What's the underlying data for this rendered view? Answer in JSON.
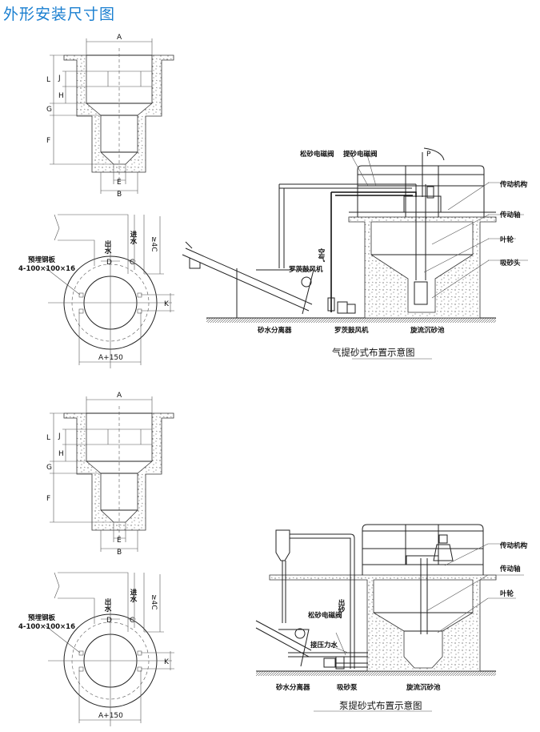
{
  "page_title": "外形安装尺寸图",
  "section_view": {
    "A": "A",
    "L": "L",
    "J": "J",
    "H": "H",
    "G": "G",
    "F": "F",
    "E": "E",
    "B": "B"
  },
  "plan_view": {
    "plate_label": "预埋钢板",
    "plate_spec": "4-100×100×16",
    "outlet": "出水",
    "inlet": "进水",
    "D": "D",
    "C": "C",
    "ge4C": "≥4C",
    "K": "K",
    "A150": "A+150"
  },
  "air_lift_layout": {
    "caption": "气提砂式布置示意图",
    "loose_valve": "松砂电磁阀",
    "lift_valve": "提砂电磁阀",
    "P": "P",
    "drive_mechanism": "传动机构",
    "drive_shaft": "传动轴",
    "impeller": "叶轮",
    "suction_head": "吸砂头",
    "air": "空气",
    "roots_blower_top": "罗茨鼓风机",
    "separator": "砂水分离器",
    "roots_blower": "罗茨鼓风机",
    "grit_chamber": "旋流沉砂池"
  },
  "pump_lift_layout": {
    "caption": "泵提砂式布置示意图",
    "drive_mechanism": "传动机构",
    "drive_shaft": "传动轴",
    "impeller": "叶轮",
    "sand_out": "出砂",
    "loose_valve": "松砂电磁阀",
    "pressure_water": "接压力水",
    "separator": "砂水分离器",
    "suction_pump": "吸砂泵",
    "grit_chamber": "旋流沉砂池"
  }
}
